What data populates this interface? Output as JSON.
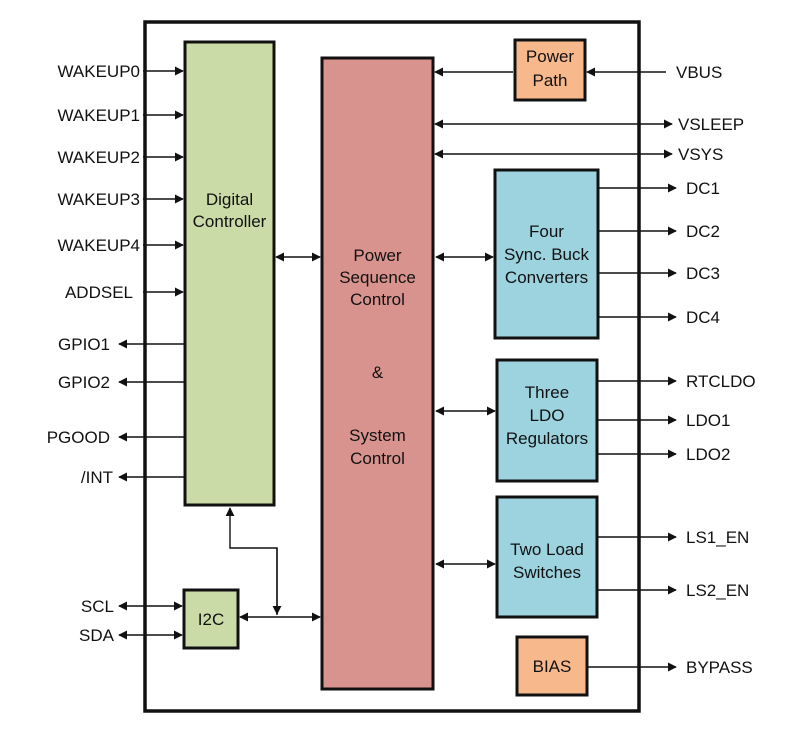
{
  "colors": {
    "digital_controller": "#cadba8",
    "sequence_control": "#d9938e",
    "buck": "#9cd3df",
    "ldo": "#9cd3df",
    "load_switch": "#9cd3df",
    "power_path": "#f7b98c",
    "bias": "#f7b98c",
    "i2c": "#cadba8"
  },
  "blocks": {
    "digital_controller": [
      "Digital",
      "Controller"
    ],
    "sequence_control": [
      "Power",
      "Sequence",
      "Control",
      "&",
      "System",
      "Control"
    ],
    "power_path": [
      "Power",
      "Path"
    ],
    "buck": [
      "Four",
      "Sync. Buck",
      "Converters"
    ],
    "ldo": [
      "Three",
      "LDO",
      "Regulators"
    ],
    "load_switch": [
      "Two Load",
      "Switches"
    ],
    "i2c": "I2C",
    "bias": "BIAS"
  },
  "left_inputs": [
    "WAKEUP0",
    "WAKEUP1",
    "WAKEUP2",
    "WAKEUP3",
    "WAKEUP4",
    "ADDSEL"
  ],
  "left_outputs": [
    "GPIO1",
    "GPIO2",
    "PGOOD",
    "/INT"
  ],
  "i2c_pins": [
    "SCL",
    "SDA"
  ],
  "right_pins": {
    "vbus": "VBUS",
    "vsleep": "VSLEEP",
    "vsys": "VSYS",
    "buck": [
      "DC1",
      "DC2",
      "DC3",
      "DC4"
    ],
    "ldo": [
      "RTCLDO",
      "LDO1",
      "LDO2"
    ],
    "load_switch": [
      "LS1_EN",
      "LS2_EN"
    ],
    "bypass": "BYPASS"
  }
}
